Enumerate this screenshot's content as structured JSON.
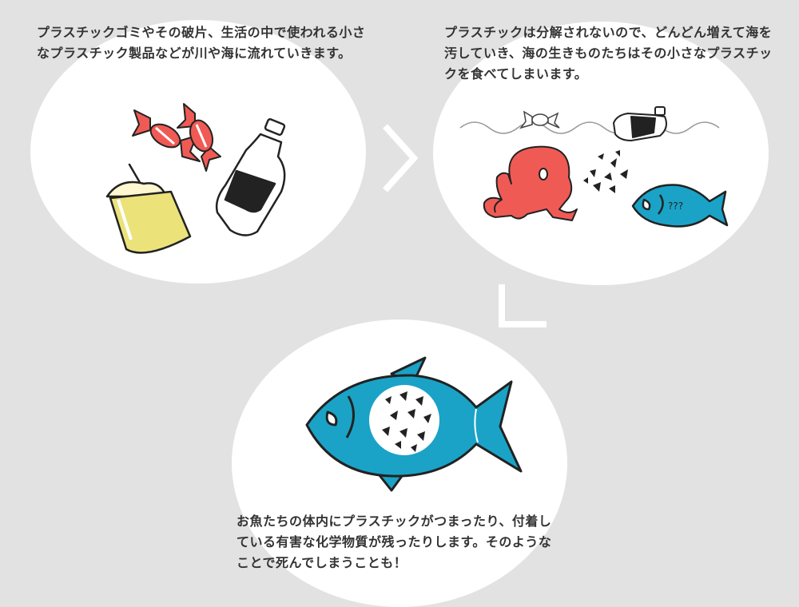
{
  "steps": [
    {
      "text": "プラスチックゴミやその破片、生活の中で使われる小さなプラスチック製品などが川や海に流れていきます。"
    },
    {
      "text": "プラスチックは分解されないので、どんどん増えて海を汚していき、海の生きものたちはその小さなプラスチックを食べてしまいます。"
    },
    {
      "text": "お魚たちの体内にプラスチックがつまったり、付着している有害な化学物質が残ったりします。そのようなことで死んでしまうことも！"
    }
  ],
  "colors": {
    "background": "#e2e2e2",
    "bubble": "#ffffff",
    "text": "#333333",
    "arrow": "#ffffff",
    "fish_blue": "#1aa3c6",
    "octopus_red": "#f05a55",
    "candy_red": "#f05a55",
    "drink_yellow": "#ece27a",
    "outline": "#222222"
  }
}
